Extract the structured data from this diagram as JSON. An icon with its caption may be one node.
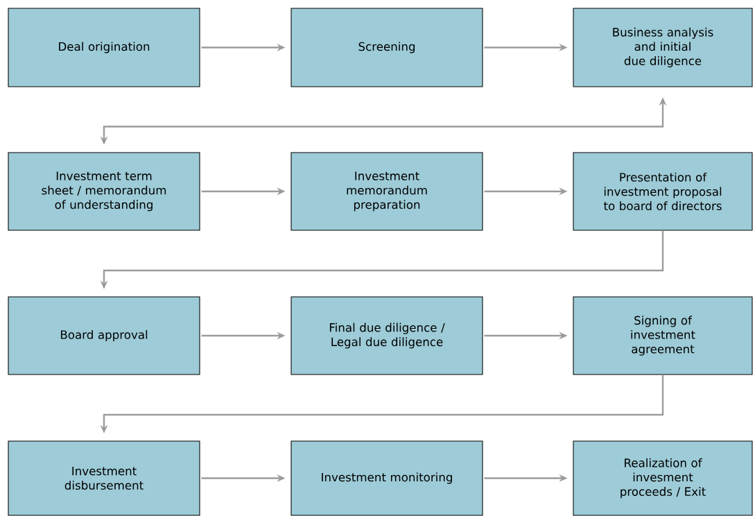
{
  "diagram": {
    "nodes": [
      {
        "text": [
          "Deal origination"
        ]
      },
      {
        "text": [
          "Screening"
        ]
      },
      {
        "text": [
          "Business analysis and initial due diligence"
        ]
      },
      {
        "text": [
          "Investment term sheet / memorandum of understanding"
        ]
      },
      {
        "text": [
          "Investment memorandum preparation"
        ]
      },
      {
        "text": [
          "Presentation of investment proposal to board of directors"
        ]
      },
      {
        "text": [
          "Board approval"
        ]
      },
      {
        "text": [
          "Final due diligence / Legal due diligence"
        ]
      },
      {
        "text": [
          "Signing of investment agreement"
        ]
      },
      {
        "text": [
          "Investment disbursement"
        ]
      },
      {
        "text": [
          "Investment monitoring"
        ]
      },
      {
        "text": [
          "Realization of invesment proceeds / Exit"
        ]
      }
    ],
    "edges": [
      {
        "from": 0,
        "to": 1,
        "arrow": "to"
      },
      {
        "from": 1,
        "to": 2,
        "arrow": "to"
      },
      {
        "from": 2,
        "to": 3,
        "arrow": "both"
      },
      {
        "from": 3,
        "to": 4,
        "arrow": "to"
      },
      {
        "from": 4,
        "to": 5,
        "arrow": "to"
      },
      {
        "from": 5,
        "to": 6,
        "arrow": "to"
      },
      {
        "from": 6,
        "to": 7,
        "arrow": "to"
      },
      {
        "from": 7,
        "to": 8,
        "arrow": "to"
      },
      {
        "from": 8,
        "to": 9,
        "arrow": "to"
      },
      {
        "from": 9,
        "to": 10,
        "arrow": "to"
      },
      {
        "from": 10,
        "to": 11,
        "arrow": "to"
      }
    ]
  }
}
